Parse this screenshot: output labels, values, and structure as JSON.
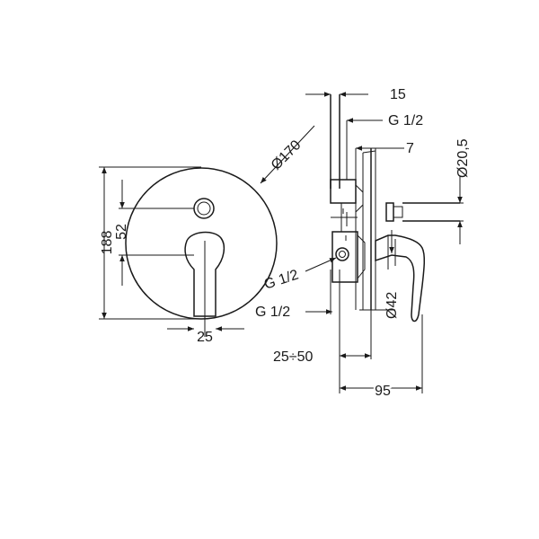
{
  "front_view": {
    "dim_diameter_plate": "Ø170",
    "dim_height": "188",
    "dim_offset": "52",
    "dim_handle_width": "25"
  },
  "side_view": {
    "dim_plate_thickness": "15",
    "label_thread_top": "G 1/2",
    "dim_depth_small": "7",
    "dim_outlet_diameter": "Ø20,5",
    "label_thread_left": "G 1/2",
    "label_thread_bottom": "G 1/2",
    "dim_body_diameter": "Ø42",
    "dim_adjust_range": "25÷50",
    "dim_total_depth": "95"
  }
}
